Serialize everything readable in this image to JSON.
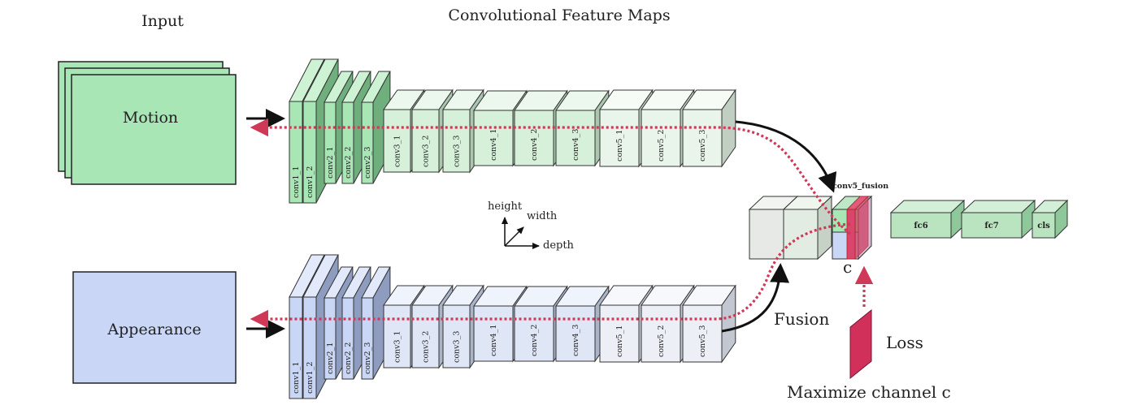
{
  "header": {
    "input_title": "Input",
    "feature_maps_title": "Convolutional Feature Maps"
  },
  "inputs": {
    "motion_label": "Motion",
    "appearance_label": "Appearance"
  },
  "streams": {
    "layers": [
      "conv1_1",
      "conv1_2",
      "conv2_1",
      "conv2_2",
      "conv2_3",
      "conv3_1",
      "conv3_2",
      "conv3_3",
      "conv4_1",
      "conv4_2",
      "conv4_3",
      "conv5_1",
      "conv5_2",
      "conv5_3"
    ]
  },
  "axes": {
    "height": "height",
    "width": "width",
    "depth": "depth"
  },
  "fusion": {
    "layer_label": "conv5_fusion",
    "channel_label": "c",
    "fusion_label": "Fusion",
    "fc_labels": [
      "fc6",
      "fc7",
      "cls"
    ]
  },
  "loss": {
    "loss_label": "Loss",
    "objective_label": "Maximize channel c"
  },
  "colors": {
    "motion_fill": "#a8e6b6",
    "appearance_fill": "#c9d6f5",
    "fc_fill": "#b9e4bf",
    "loss_fill": "#d0305a",
    "backprop_dotted": "#d03858",
    "forward_arrow": "#111111"
  }
}
